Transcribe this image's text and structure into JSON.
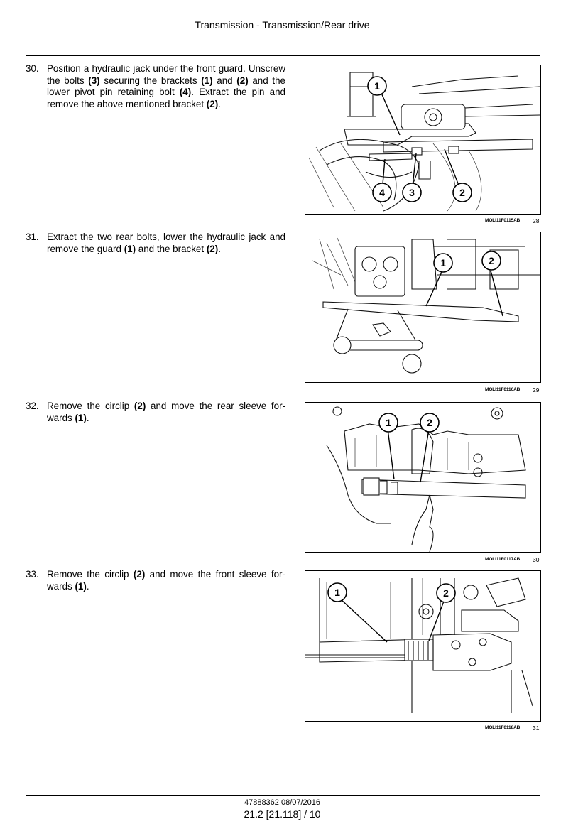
{
  "header": {
    "title": "Transmission - Transmission/Rear drive"
  },
  "steps": [
    {
      "number": "30.",
      "segments": [
        {
          "t": "Position a hydraulic jack under the front guard. Unscrew the bolts ",
          "b": false
        },
        {
          "t": "(3)",
          "b": true
        },
        {
          "t": " securing the brackets ",
          "b": false
        },
        {
          "t": "(1)",
          "b": true
        },
        {
          "t": " and ",
          "b": false
        },
        {
          "t": "(2)",
          "b": true
        },
        {
          "t": " and the lower pivot pin retaining bolt ",
          "b": false
        },
        {
          "t": "(4)",
          "b": true
        },
        {
          "t": ". Extract the pin and remove the above mentioned bracket ",
          "b": false
        },
        {
          "t": "(2)",
          "b": true
        },
        {
          "t": ".",
          "b": false
        }
      ]
    },
    {
      "number": "31.",
      "segments": [
        {
          "t": "Extract the two rear bolts, lower the hydraulic jack and remove the guard ",
          "b": false
        },
        {
          "t": "(1)",
          "b": true
        },
        {
          "t": " and the bracket ",
          "b": false
        },
        {
          "t": "(2)",
          "b": true
        },
        {
          "t": ".",
          "b": false
        }
      ]
    },
    {
      "number": "32.",
      "segments": [
        {
          "t": "Remove the circlip ",
          "b": false
        },
        {
          "t": "(2)",
          "b": true
        },
        {
          "t": " and move the rear sleeve for-wards ",
          "b": false
        },
        {
          "t": "(1)",
          "b": true
        },
        {
          "t": ".",
          "b": false
        }
      ]
    },
    {
      "number": "33.",
      "segments": [
        {
          "t": "Remove the circlip ",
          "b": false
        },
        {
          "t": "(2)",
          "b": true
        },
        {
          "t": " and move the front sleeve for-wards ",
          "b": false
        },
        {
          "t": "(1)",
          "b": true
        },
        {
          "t": ".",
          "b": false
        }
      ]
    }
  ],
  "figures": [
    {
      "code": "MOLI11F0115AB",
      "number": "28",
      "callouts": [
        "1",
        "4",
        "3",
        "2"
      ]
    },
    {
      "code": "MOLI11F0116AB",
      "number": "29",
      "callouts": [
        "1",
        "2"
      ]
    },
    {
      "code": "MOLI11F0117AB",
      "number": "30",
      "callouts": [
        "1",
        "2"
      ]
    },
    {
      "code": "MOLI11F0118AB",
      "number": "31",
      "callouts": [
        "1",
        "2"
      ]
    }
  ],
  "footer": {
    "doc_ref": "47888362 08/07/2016",
    "page_ref": "21.2 [21.118] / 10"
  }
}
